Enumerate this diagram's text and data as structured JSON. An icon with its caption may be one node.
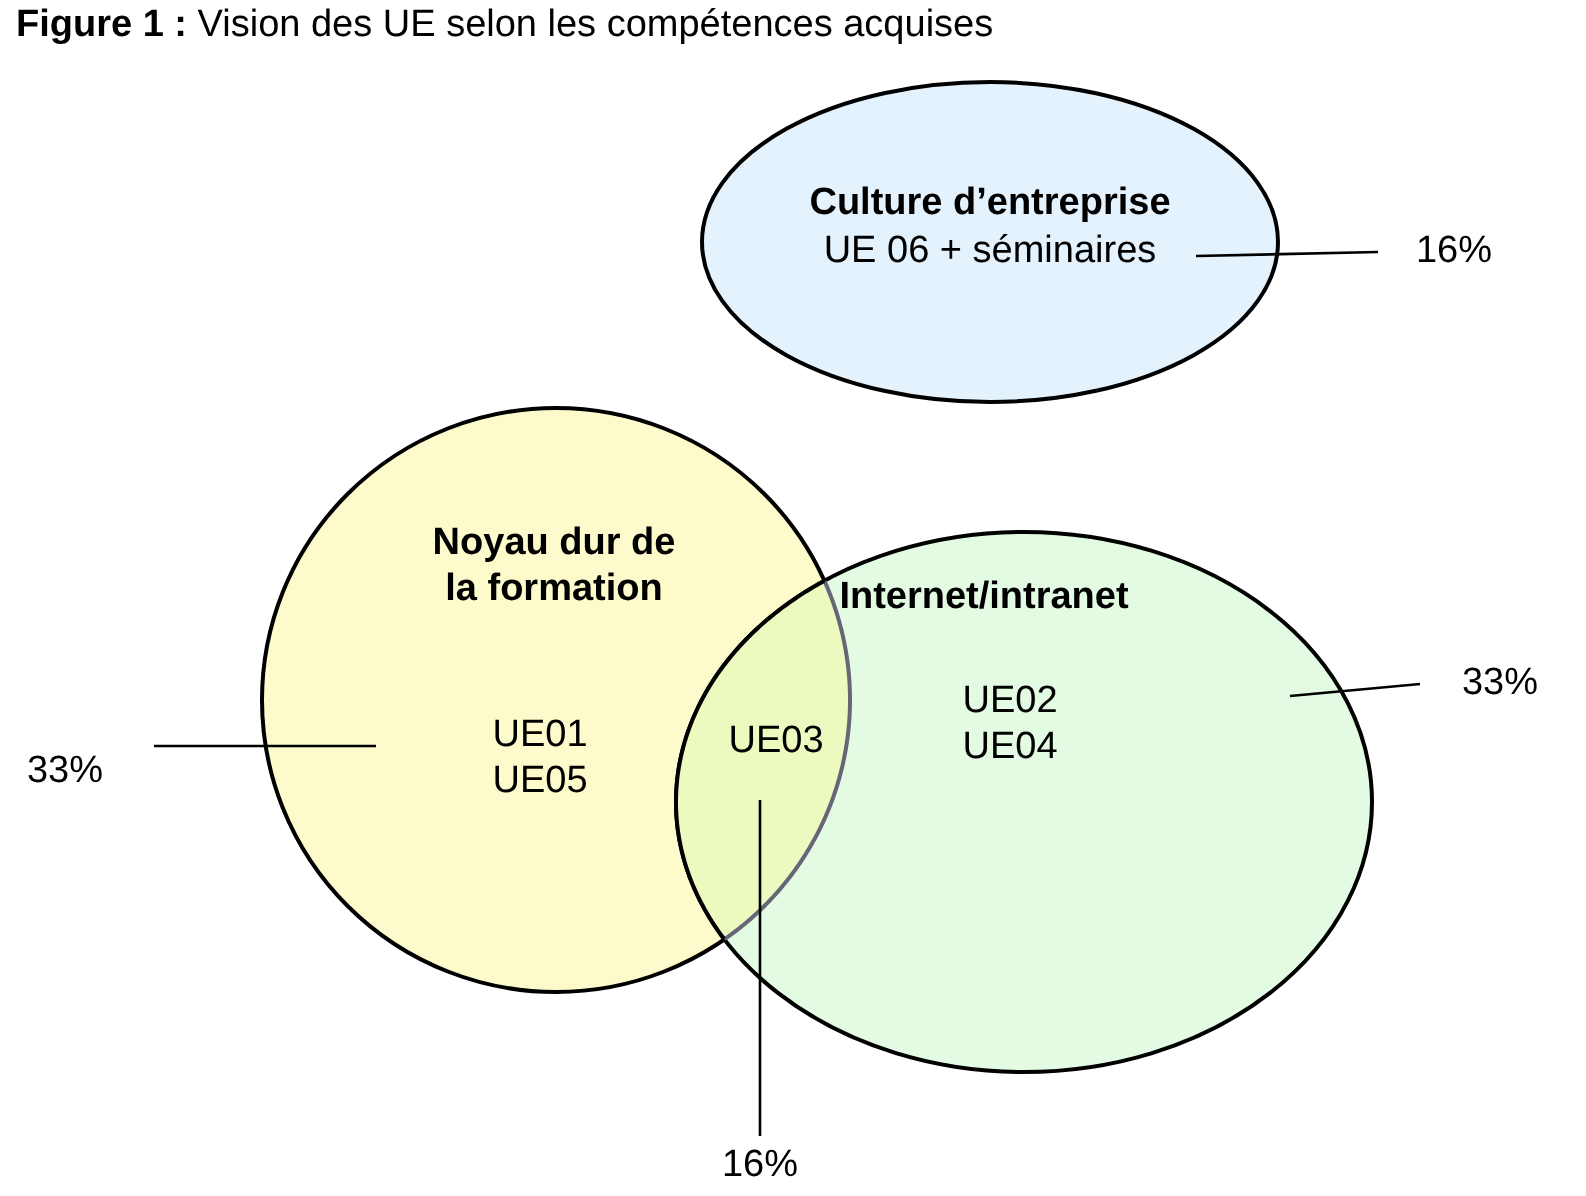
{
  "diagram": {
    "title": "**Figure 1 :** Vision des UE selon les compétences acquises",
    "nodes": [
      {
        "text": [
          "Culture d’entreprise",
          "UE 06 + séminaires"
        ]
      },
      {
        "text": [
          "Noyau dur de la formation",
          "UE01 UE05"
        ]
      },
      {
        "text": [
          "Internet/intranet",
          "UE02 UE04"
        ]
      },
      {
        "text": [
          "UE03"
        ]
      },
      {
        "text": [
          "16%"
        ]
      },
      {
        "text": [
          "33%"
        ]
      },
      {
        "text": [
          "33%"
        ]
      },
      {
        "text": [
          "16%"
        ]
      }
    ],
    "edges": [
      {
        "from": 4,
        "to": 0,
        "arrow": "none"
      },
      {
        "from": 5,
        "to": 1,
        "arrow": "none"
      },
      {
        "from": 6,
        "to": 2,
        "arrow": "none"
      },
      {
        "from": 7,
        "to": 3,
        "arrow": "none"
      }
    ]
  }
}
